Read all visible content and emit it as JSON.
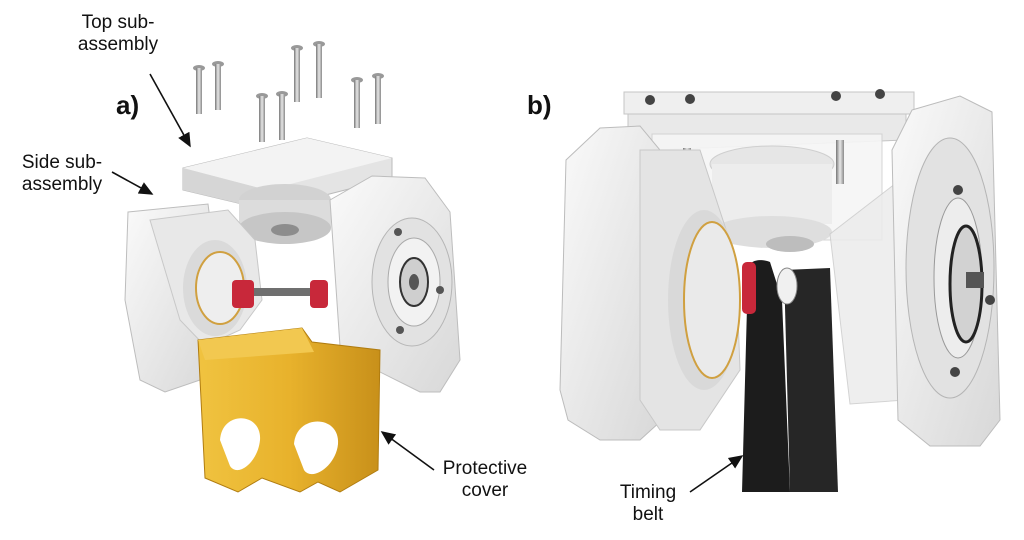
{
  "figure": {
    "panels": [
      {
        "id": "a",
        "label": "a)"
      },
      {
        "id": "b",
        "label": "b)"
      }
    ],
    "callouts": {
      "top_sub_assembly": {
        "line1": "Top sub-",
        "line2": "assembly"
      },
      "side_sub_assembly": {
        "line1": "Side sub-",
        "line2": "assembly"
      },
      "protective_cover": {
        "line1": "Protective",
        "line2": "cover"
      },
      "timing_belt": {
        "line1": "Timing",
        "line2": "belt"
      }
    },
    "colors": {
      "white_part": "#eeeeee",
      "shade": "#c9c9c9",
      "dark_shade": "#9a9a9a",
      "cover_yellow": "#e6b22e",
      "gear_red": "#c8283a",
      "belt_black": "#1c1c1c",
      "screw_metal": "#b8b8b8"
    }
  }
}
